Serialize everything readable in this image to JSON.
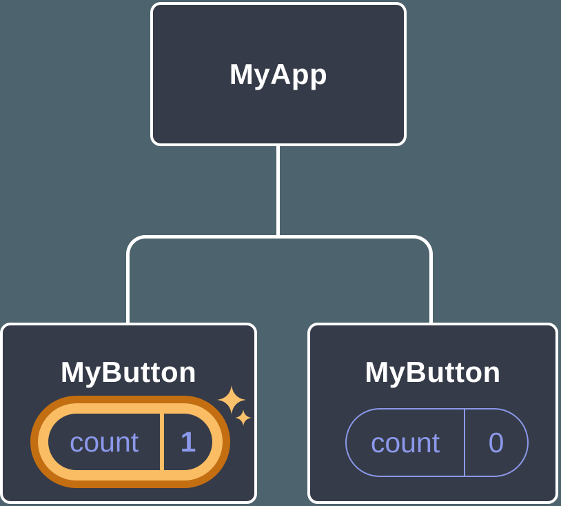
{
  "diagram": {
    "root": {
      "label": "MyApp"
    },
    "children": [
      {
        "label": "MyButton",
        "state_label": "count",
        "state_value": "1",
        "highlighted": true,
        "badge_icon": "sparkles-icon"
      },
      {
        "label": "MyButton",
        "state_label": "count",
        "state_value": "0",
        "highlighted": false
      }
    ]
  },
  "colors": {
    "background": "#4d636d",
    "node_bg": "#353b48",
    "node_border": "#ffffff",
    "connector": "#ffffff",
    "title_text": "#ffffff",
    "state_text": "#8c98ea",
    "state_border": "#8c98ea",
    "highlight_inner": "#fbbd63",
    "highlight_outer": "#c46e12",
    "sparkle": "#f9c16c"
  }
}
